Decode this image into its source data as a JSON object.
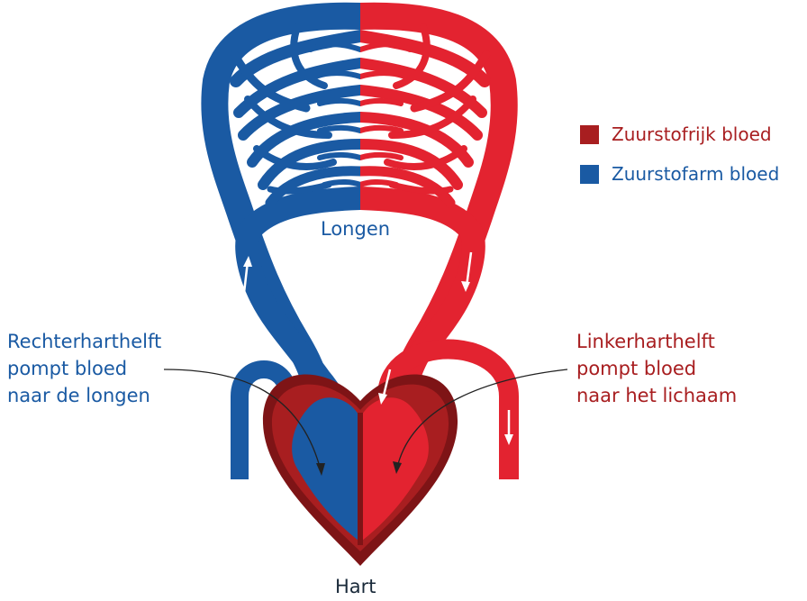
{
  "colors": {
    "oxygen_rich": "#e32330",
    "oxygen_poor": "#1a5aa3",
    "heart_muscle": "#a81e20",
    "heart_shadow": "#7e1416",
    "label_text_dark": "#1a2a3a"
  },
  "legend": {
    "items": [
      {
        "label": "Zuurstofrijk bloed",
        "color": "#a81e20"
      },
      {
        "label": "Zuurstofarm bloed",
        "color": "#1a5aa3"
      }
    ]
  },
  "labels": {
    "lungs": "Longen",
    "heart": "Hart",
    "right_half": [
      "Rechterharthelft",
      "pompt bloed",
      "naar de longen"
    ],
    "left_half": [
      "Linkerharthelft",
      "pompt bloed",
      "naar het lichaam"
    ]
  }
}
